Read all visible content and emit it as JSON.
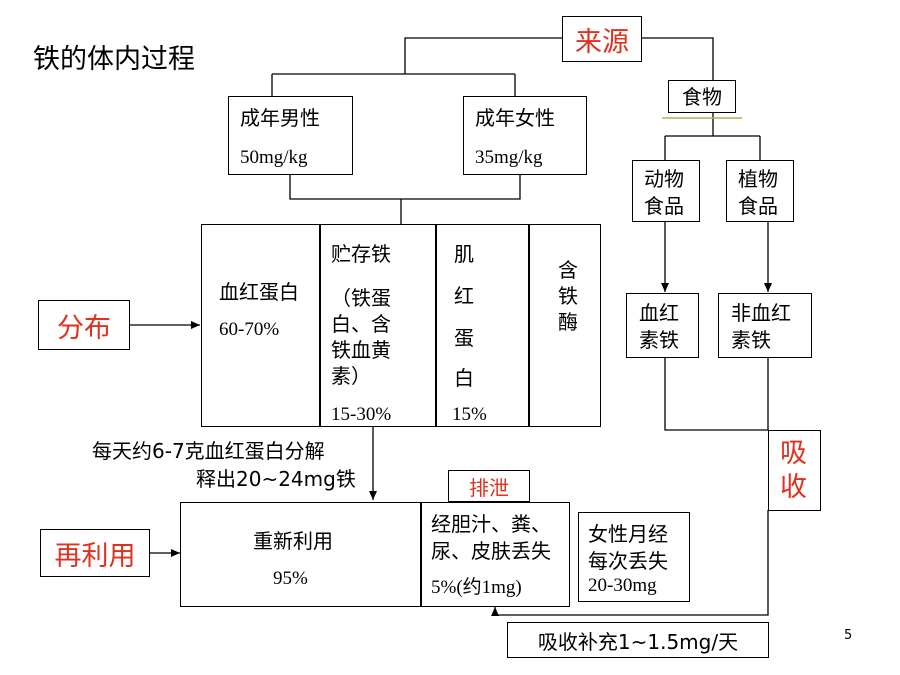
{
  "title": "铁的体内过程",
  "labels": {
    "source": "来源",
    "distribution": "分布",
    "reuse": "再利用",
    "absorb_1": "吸",
    "absorb_2": "收",
    "excrete": "排泄"
  },
  "food": "食物",
  "adult_male": {
    "name": "成年男性",
    "value": "50mg/kg"
  },
  "adult_female": {
    "name": "成年女性",
    "value": "35mg/kg"
  },
  "animal_food": {
    "line1": "动物",
    "line2": "食品"
  },
  "plant_food": {
    "line1": "植物",
    "line2": "食品"
  },
  "heme_iron": {
    "line1": "血红",
    "line2": "素铁"
  },
  "nonheme_iron": {
    "line1": "非血红",
    "line2": "素铁"
  },
  "hemoglobin": {
    "name": "血红蛋白",
    "value": "60-70%"
  },
  "storage_iron": {
    "name": "贮存铁",
    "line1": "（铁蛋",
    "line2": "白、含",
    "line3": "铁血黄",
    "line4": "素）",
    "value": "15-30%"
  },
  "myoglobin": {
    "c1": "肌",
    "c2": "红",
    "c3": "蛋",
    "c4": "白",
    "value": "15%"
  },
  "iron_enzyme": {
    "c1": "含",
    "c2": "铁",
    "c3": "酶"
  },
  "daily_note": {
    "line1": "每天约6-7克血红蛋白分解",
    "line2": "释出20~24mg铁"
  },
  "reuse_box": {
    "name": "重新利用",
    "value": "95%"
  },
  "loss_box": {
    "line1": "经胆汁、粪、",
    "line2": "尿、皮肤丢失",
    "value": "5%(约1mg)"
  },
  "menstrual": {
    "line1": "女性月经",
    "line2": "每次丢失",
    "value": "20-30mg"
  },
  "absorb_supplement": "吸收补充1~1.5mg/天",
  "page_number": "5"
}
